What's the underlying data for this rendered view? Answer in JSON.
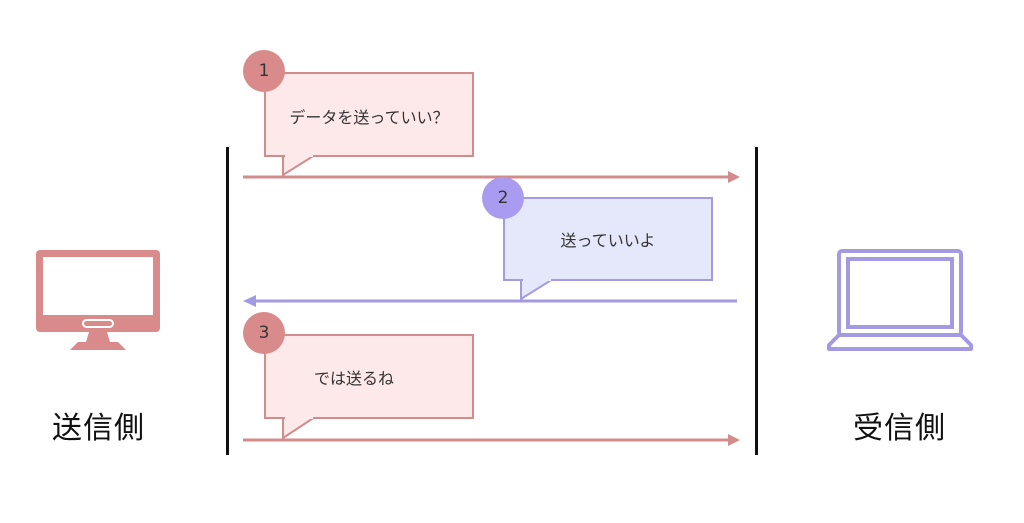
{
  "colors": {
    "sender": "#d28c8c",
    "sender_fill": "#fde9ea",
    "receiver": "#a49ae2",
    "receiver_fill": "#e5e8fb",
    "badge_sender": "#d98a8a",
    "badge_receiver": "#a99cf0",
    "lifeline": "#111111"
  },
  "sender": {
    "label": "送信側",
    "icon": "desktop-monitor-icon"
  },
  "receiver": {
    "label": "受信側",
    "icon": "laptop-icon"
  },
  "messages": [
    {
      "step": "1",
      "text": "データを送っていい？",
      "direction": "sender-to-receiver"
    },
    {
      "step": "2",
      "text": "送っていいよ",
      "direction": "receiver-to-sender"
    },
    {
      "step": "3",
      "text": "では送るね",
      "direction": "sender-to-receiver"
    }
  ]
}
